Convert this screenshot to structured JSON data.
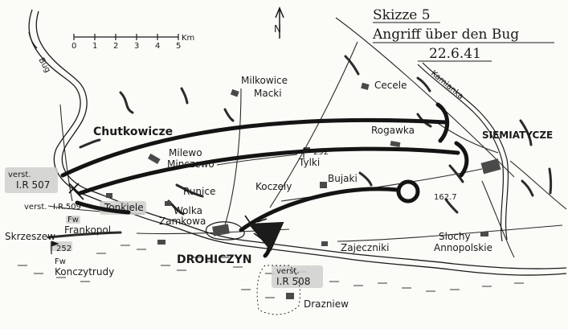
{
  "title": {
    "line1": "Skizze 5",
    "line2": "Angriff über den Bug",
    "line3": "22.6.41"
  },
  "north_label": "N",
  "scale": {
    "ticks": [
      "0",
      "1",
      "2",
      "3",
      "4",
      "5"
    ],
    "unit": "Km"
  },
  "rivers": {
    "bug": "Bug",
    "kamianka": "Kamianka"
  },
  "places": {
    "chutkowicze": "Chutkowicze",
    "milkowice": "Milkowice",
    "macki": "Macki",
    "cecele": "Cecele",
    "rogawka": "Rogawka",
    "siemiatycze": "SIEMIATYCZE",
    "milewo": "Milewo",
    "minczewo": "Minczewo",
    "tylki": "Tylki",
    "tylki_height": "292",
    "koczely": "Koczely",
    "bujaki": "Bujaki",
    "height_1627": "162.7",
    "runice": "Runice",
    "tonkiele": "Tonkiele",
    "wolka": "Wolka",
    "zamkowa": "Zamkowa",
    "fw1": "Fw",
    "frankopol": "Frankopol",
    "skrzeszew": "Skrzeszew",
    "height_252": "252",
    "fw2": "Fw",
    "konczytrudy": "Konczytrudy",
    "drohiczyn": "DROHICZYN",
    "zajeczniki": "Zajeczniki",
    "slochy": "Slochy",
    "annopolskie": "Annopolskie",
    "drazniew": "Drazniew"
  },
  "units": {
    "ir507_a": "verst.",
    "ir507_b": "I.R 507",
    "ir509_a": "verst.",
    "ir509_b": "I.R.509",
    "ir508_a": "verst.",
    "ir508_b": "I.R 508"
  },
  "colors": {
    "ink": "#1b1b1b",
    "paper": "#fbfbf8",
    "highlight": "#cfcfcf"
  }
}
